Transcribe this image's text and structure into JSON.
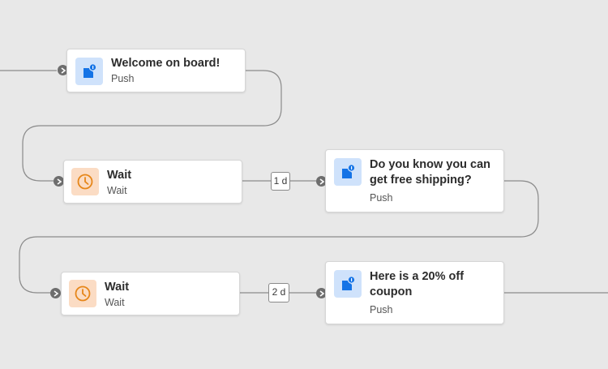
{
  "nodes": {
    "welcome": {
      "title": "Welcome on board!",
      "subtitle": "Push",
      "icon": "push-notification-icon"
    },
    "wait1": {
      "title": "Wait",
      "subtitle": "Wait",
      "icon": "clock-icon"
    },
    "shipping": {
      "title": "Do you know you can get free shipping?",
      "subtitle": "Push",
      "icon": "push-notification-icon"
    },
    "wait2": {
      "title": "Wait",
      "subtitle": "Wait",
      "icon": "clock-icon"
    },
    "coupon": {
      "title": "Here is a 20% off coupon",
      "subtitle": "Push",
      "icon": "push-notification-icon"
    }
  },
  "delays": {
    "first": "1 d",
    "second": "2 d"
  },
  "colors": {
    "canvas": "#e8e8e8",
    "connector": "#8a8a8a",
    "push_icon": "#1473e6",
    "push_bg": "#cfe2fb",
    "wait_icon": "#e68619",
    "wait_bg": "#fbdcc4"
  }
}
